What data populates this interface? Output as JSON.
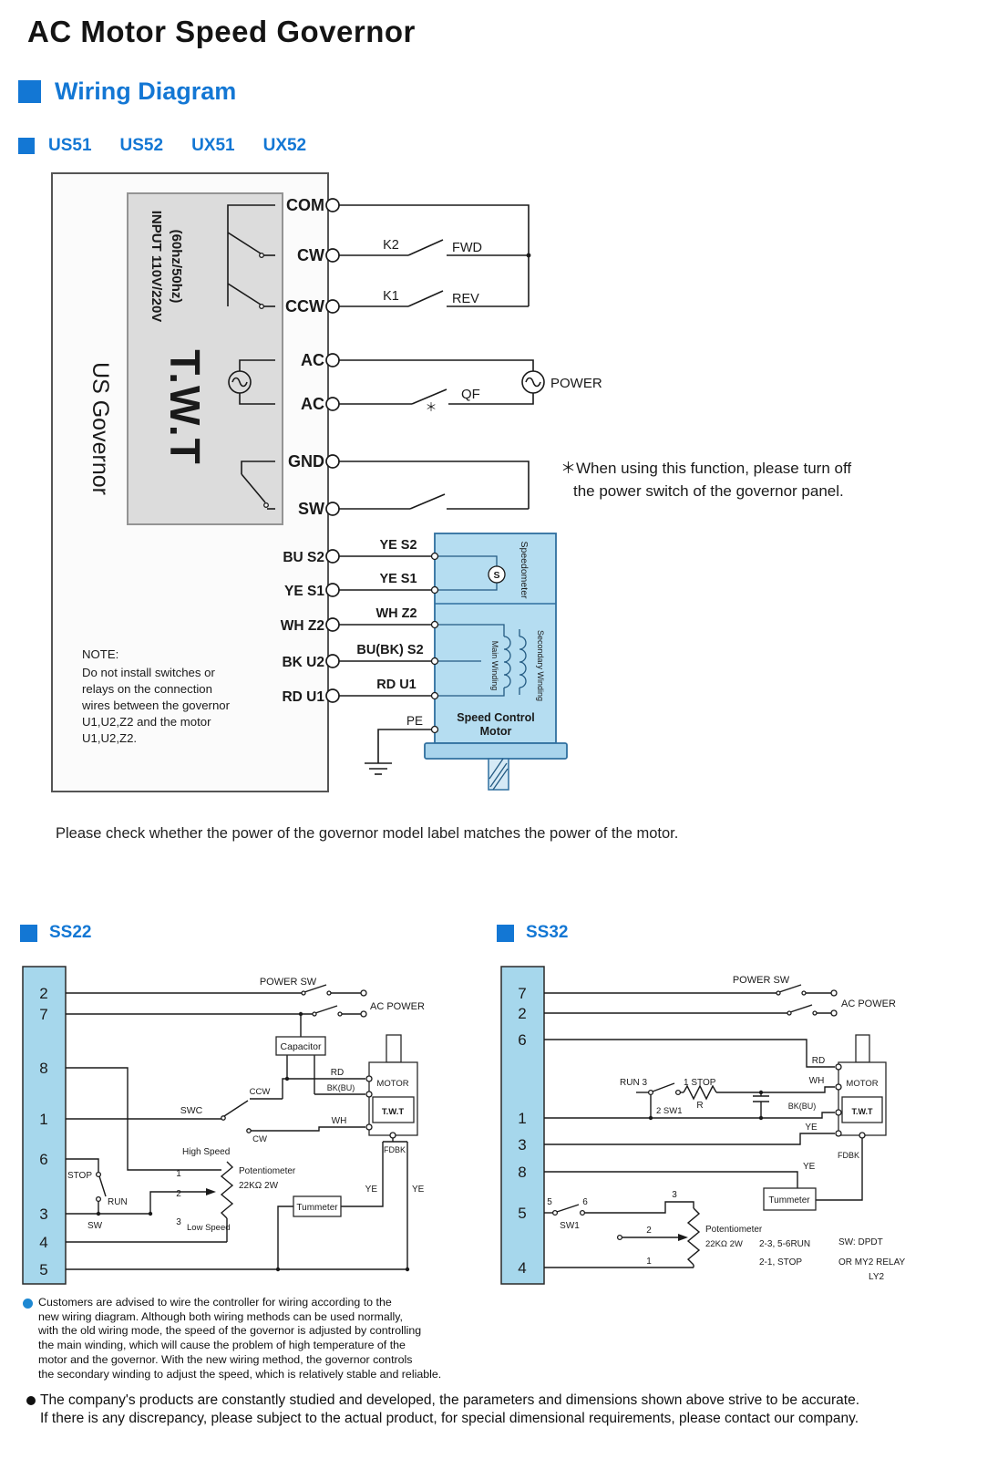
{
  "page": {
    "title": "AC Motor Speed Governor",
    "wiring_heading": "Wiring Diagram",
    "models": [
      "US51",
      "US52",
      "UX51",
      "UX52"
    ],
    "power_check_note": "Please check whether the power of the governor model label matches the power of the motor.",
    "customer_note_lines": [
      "Customers are advised to wire the controller for wiring according to the",
      "new wiring diagram. Although both wiring methods can be used normally,",
      "with the old wiring mode, the speed of the governor is adjusted by controlling",
      "the main winding, which will cause the problem of high temperature of the",
      "motor and the governor. With the new wiring method, the governor controls",
      "the secondary winding to adjust the speed, which is relatively stable and reliable."
    ],
    "company_note_lines": [
      "The company's products are constantly studied and developed, the parameters and dimensions shown above strive to be accurate.",
      "If there is any discrepancy, please subject to the actual product, for special dimensional requirements, please contact our company."
    ]
  },
  "us": {
    "side_label": "US Governor",
    "brand": "T.W.T",
    "input_line1": "INPUT 110V/220V",
    "input_line2": "(60hz/50hz)",
    "terminals_top": [
      "COM",
      "CW",
      "CCW",
      "AC",
      "AC",
      "GND",
      "SW"
    ],
    "terminals_bottom": [
      "BU S2",
      "YE S1",
      "WH Z2",
      "BK U2",
      "RD U1"
    ],
    "k2": "K2",
    "fwd": "FWD",
    "k1": "K1",
    "rev": "REV",
    "qf": "QF",
    "power": "POWER",
    "switch_star": "＊",
    "warning_lines": [
      "＊When using this function, please turn off",
      "the power switch of the governor panel."
    ],
    "wire_labels": [
      "YE S2",
      "YE S1",
      "WH Z2",
      "BU(BK) S2",
      "RD U1"
    ],
    "pe": "PE",
    "speedometer": "Speedometer",
    "s": "S",
    "main_winding": "Main Winding",
    "secondary_winding": "Secondary Winding",
    "motor_caption_lines": [
      "Speed Control",
      "Motor"
    ],
    "note_lines": [
      "NOTE:",
      "Do not install switches or",
      "relays on the connection",
      "wires between the governor",
      "U1,U2,Z2 and the motor",
      "U1,U2,Z2."
    ]
  },
  "ss22": {
    "heading": "SS22",
    "terminals": [
      "2",
      "7",
      "8",
      "1",
      "6",
      "3",
      "4",
      "5"
    ],
    "power_sw": "POWER SW",
    "ac_power": "AC POWER",
    "capacitor": "Capacitor",
    "rd": "RD",
    "bkbu": "BK(BU)",
    "wh": "WH",
    "ccw": "CCW",
    "swc": "SWC",
    "cw": "CW",
    "motor": "MOTOR",
    "brand": "T.W.T",
    "fdbk": "FDBK",
    "high_speed": "High Speed",
    "low_speed": "Low Speed",
    "pin1": "1",
    "pin2": "2",
    "pin3": "3",
    "pot1": "Potentiometer",
    "pot2": "22KΩ 2W",
    "stop": "STOP",
    "run": "RUN",
    "sw": "SW",
    "tummeter": "Tummeter",
    "ye_left": "YE",
    "ye_right": "YE"
  },
  "ss32": {
    "heading": "SS32",
    "terminals": [
      "7",
      "2",
      "6",
      "1",
      "3",
      "8",
      "5",
      "4"
    ],
    "power_sw": "POWER SW",
    "ac_power": "AC POWER",
    "run3": "RUN 3",
    "stop1": "1 STOP",
    "sw1_2": "2 SW1",
    "r": "R",
    "rd": "RD",
    "wh": "WH",
    "bkbu": "BK(BU)",
    "ye_motor": "YE",
    "ye_line": "YE",
    "motor": "MOTOR",
    "brand": "T.W.T",
    "fdbk": "FDBK",
    "tummeter": "Tummeter",
    "n5": "5",
    "n6": "6",
    "sw1": "SW1",
    "n3": "3",
    "n2": "2",
    "n1": "1",
    "pot1": "Potentiometer",
    "pot2": "22KΩ 2W",
    "legend_run": "2-3, 5-6RUN",
    "legend_stop": "2-1, STOP",
    "sw_dpdt": "SW: DPDT",
    "relay_line1": "OR MY2 RELAY",
    "relay_line2": "LY2"
  }
}
